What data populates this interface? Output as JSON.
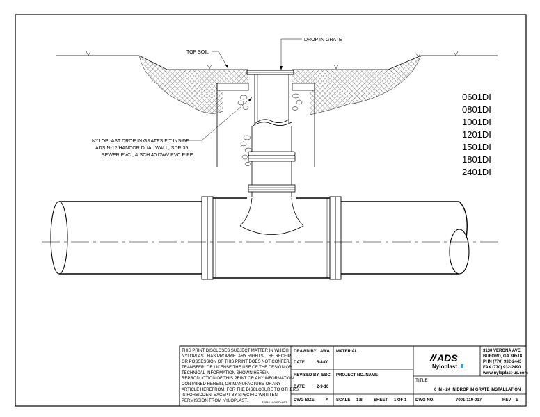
{
  "labels": {
    "drop_in_grate": "DROP IN GRATE",
    "top_soil": "TOP SOIL",
    "note_lines": [
      "NYLOPLAST DROP IN GRATES FIT INSIDE",
      "ADS N-12/HANCOR DUAL WALL, SDR 35",
      "SEWER PVC , & SCH 40 DWV PVC PIPE"
    ]
  },
  "models": [
    "0601DI",
    "0801DI",
    "1001DI",
    "1201DI",
    "1501DI",
    "1801DI",
    "2401DI"
  ],
  "title_block": {
    "disclaimer_lines": [
      "THIS PRINT DISCLOSES SUBJECT MATTER IN WHICH",
      "NYLOPLAST HAS PROPRIETARY RIGHTS.  THE RECEIPT",
      "OR POSSESSION OF THIS PRINT DOES NOT CONFER,",
      "TRANSFER, OR LICENSE THE USE OF THE DESIGN OR",
      "TECHNICAL INFORMATION SHOWN HEREIN",
      "REPRODUCTION OF THIS PRINT OR ANY INFORMATION",
      "CONTAINED HEREIN, OR MANUFACTURE OF ANY",
      "ARTICLE HEREFROM, FOR THE DISCLOSURE TO OTHERS",
      "IS FORBIDDEN, EXCEPT BY SPECIFIC WRITTEN",
      "PERMISSION FROM NYLOPLAST."
    ],
    "copyright": "©2010 NYLOPLAST",
    "drawn_by_label": "DRAWN BY",
    "drawn_by": "AWA",
    "date_label": "DATE",
    "date": "5-4-00",
    "revised_by_label": "REVISED BY",
    "revised_by": "EBC",
    "rev_date_label": "DATE",
    "rev_date": "2-9-10",
    "dwg_size_label": "DWG SIZE",
    "dwg_size": "A",
    "material_label": "MATERIAL",
    "project_label": "PROJECT NO./NAME",
    "scale_label": "SCALE",
    "scale": "1:8",
    "sheet_label": "SHEET",
    "sheet": "1 OF 1",
    "logo_ads": "ADS",
    "logo_nyloplast": "Nyloplast",
    "address_lines": [
      "3130 VERONA AVE",
      "BUFORD, GA 30518",
      "PHN (770) 932-2443",
      "FAX (770) 932-2490",
      "www.nyloplast-us.com"
    ],
    "title_label": "TITLE",
    "title": "6 IN - 24 IN DROP IN GRATE INSTALLATION",
    "dwg_no_label": "DWG NO.",
    "dwg_no": "7001-110-017",
    "rev_label": "REV",
    "rev": "E"
  },
  "colors": {
    "logo_accent": "#3aa0d8"
  }
}
